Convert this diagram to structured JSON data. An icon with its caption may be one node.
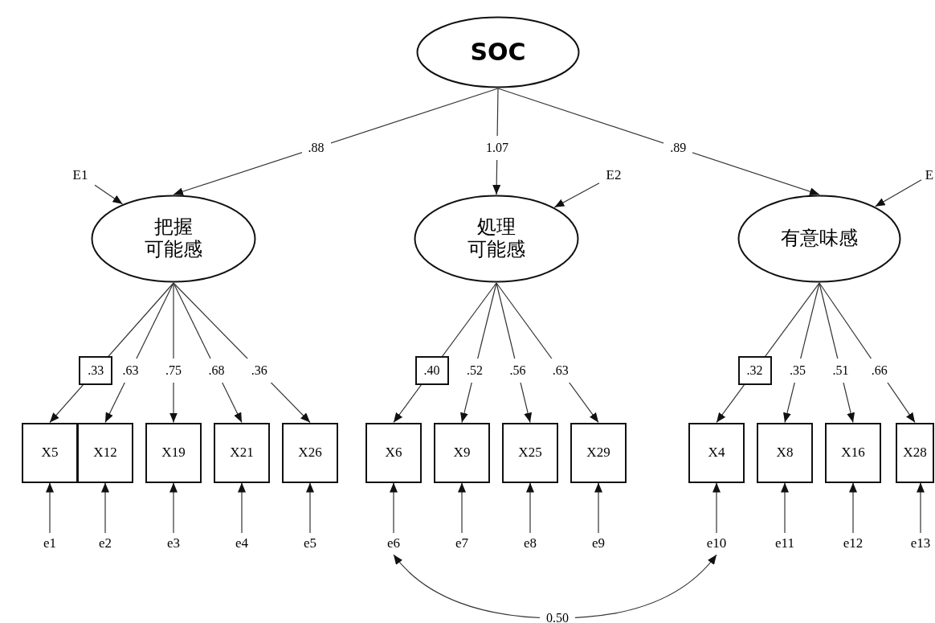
{
  "diagram": {
    "nodes": [
      {
        "text": [
          "SOC"
        ]
      },
      {
        "text": [
          "把握可能感"
        ]
      },
      {
        "text": [
          "処理可能感"
        ]
      },
      {
        "text": [
          "有意味感"
        ]
      },
      {
        "text": [
          "E1"
        ]
      },
      {
        "text": [
          "E2"
        ]
      },
      {
        "text": [
          "E"
        ]
      },
      {
        "text": [
          "X5"
        ]
      },
      {
        "text": [
          "X12"
        ]
      },
      {
        "text": [
          "X19"
        ]
      },
      {
        "text": [
          "X21"
        ]
      },
      {
        "text": [
          "X26"
        ]
      },
      {
        "text": [
          "X6"
        ]
      },
      {
        "text": [
          "X9"
        ]
      },
      {
        "text": [
          "X25"
        ]
      },
      {
        "text": [
          "X29"
        ]
      },
      {
        "text": [
          "X4"
        ]
      },
      {
        "text": [
          "X8"
        ]
      },
      {
        "text": [
          "X16"
        ]
      },
      {
        "text": [
          "X28"
        ]
      },
      {
        "text": [
          "e1"
        ]
      },
      {
        "text": [
          "e2"
        ]
      },
      {
        "text": [
          "e3"
        ]
      },
      {
        "text": [
          "e4"
        ]
      },
      {
        "text": [
          "e5"
        ]
      },
      {
        "text": [
          "e6"
        ]
      },
      {
        "text": [
          "e7"
        ]
      },
      {
        "text": [
          "e8"
        ]
      },
      {
        "text": [
          "e9"
        ]
      },
      {
        "text": [
          "e10"
        ]
      },
      {
        "text": [
          "e11"
        ]
      },
      {
        "text": [
          "e12"
        ]
      },
      {
        "text": [
          "e13"
        ]
      }
    ],
    "edges": [
      {
        "from": 0,
        "to": 1,
        "arrow": "to",
        "label": ".88"
      },
      {
        "from": 0,
        "to": 2,
        "arrow": "to",
        "label": "1.07"
      },
      {
        "from": 0,
        "to": 3,
        "arrow": "to",
        "label": ".89"
      },
      {
        "from": 4,
        "to": 1,
        "arrow": "to"
      },
      {
        "from": 5,
        "to": 2,
        "arrow": "to"
      },
      {
        "from": 6,
        "to": 3,
        "arrow": "to"
      },
      {
        "from": 1,
        "to": 7,
        "arrow": "to",
        "label": ".33"
      },
      {
        "from": 1,
        "to": 8,
        "arrow": "to",
        "label": ".63"
      },
      {
        "from": 1,
        "to": 9,
        "arrow": "to",
        "label": ".75"
      },
      {
        "from": 1,
        "to": 10,
        "arrow": "to",
        "label": ".68"
      },
      {
        "from": 1,
        "to": 11,
        "arrow": "to",
        "label": ".36"
      },
      {
        "from": 2,
        "to": 12,
        "arrow": "to",
        "label": ".40"
      },
      {
        "from": 2,
        "to": 13,
        "arrow": "to",
        "label": ".52"
      },
      {
        "from": 2,
        "to": 14,
        "arrow": "to",
        "label": ".56"
      },
      {
        "from": 2,
        "to": 15,
        "arrow": "to",
        "label": ".63"
      },
      {
        "from": 3,
        "to": 16,
        "arrow": "to",
        "label": ".32"
      },
      {
        "from": 3,
        "to": 17,
        "arrow": "to",
        "label": ".35"
      },
      {
        "from": 3,
        "to": 18,
        "arrow": "to",
        "label": ".51"
      },
      {
        "from": 3,
        "to": 19,
        "arrow": "to",
        "label": ".66"
      },
      {
        "from": 20,
        "to": 7,
        "arrow": "to"
      },
      {
        "from": 21,
        "to": 8,
        "arrow": "to"
      },
      {
        "from": 22,
        "to": 9,
        "arrow": "to"
      },
      {
        "from": 23,
        "to": 10,
        "arrow": "to"
      },
      {
        "from": 24,
        "to": 11,
        "arrow": "to"
      },
      {
        "from": 25,
        "to": 12,
        "arrow": "to"
      },
      {
        "from": 26,
        "to": 13,
        "arrow": "to"
      },
      {
        "from": 27,
        "to": 14,
        "arrow": "to"
      },
      {
        "from": 28,
        "to": 15,
        "arrow": "to"
      },
      {
        "from": 29,
        "to": 16,
        "arrow": "to"
      },
      {
        "from": 30,
        "to": 17,
        "arrow": "to"
      },
      {
        "from": 31,
        "to": 18,
        "arrow": "to"
      },
      {
        "from": 32,
        "to": 19,
        "arrow": "to"
      },
      {
        "from": 25,
        "to": 29,
        "arrow": "both",
        "label": "0.50"
      }
    ]
  }
}
